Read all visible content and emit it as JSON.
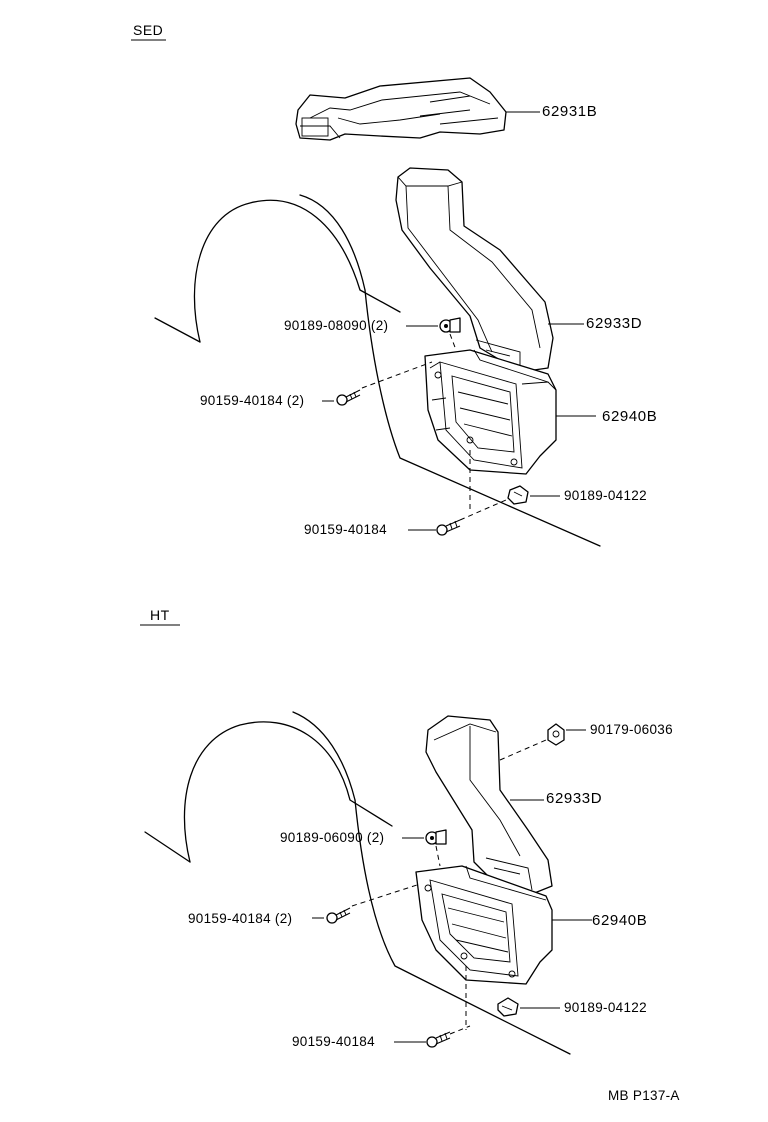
{
  "sections": {
    "sed": "SED",
    "ht": "HT"
  },
  "sed_labels": {
    "part_62931b": "62931B",
    "part_62933d": "62933D",
    "part_62940b": "62940B",
    "clip_08090": "90189-08090 (2)",
    "screw_40184_2": "90159-40184 (2)",
    "clip_04122": "90189-04122",
    "screw_40184": "90159-40184"
  },
  "ht_labels": {
    "nut_06036": "90179-06036",
    "part_62933d": "62933D",
    "clip_06090": "90189-06090 (2)",
    "screw_40184_2": "90159-40184 (2)",
    "part_62940b": "62940B",
    "clip_04122": "90189-04122",
    "screw_40184": "90159-40184"
  },
  "footer": {
    "ref": "MB P137-A"
  }
}
